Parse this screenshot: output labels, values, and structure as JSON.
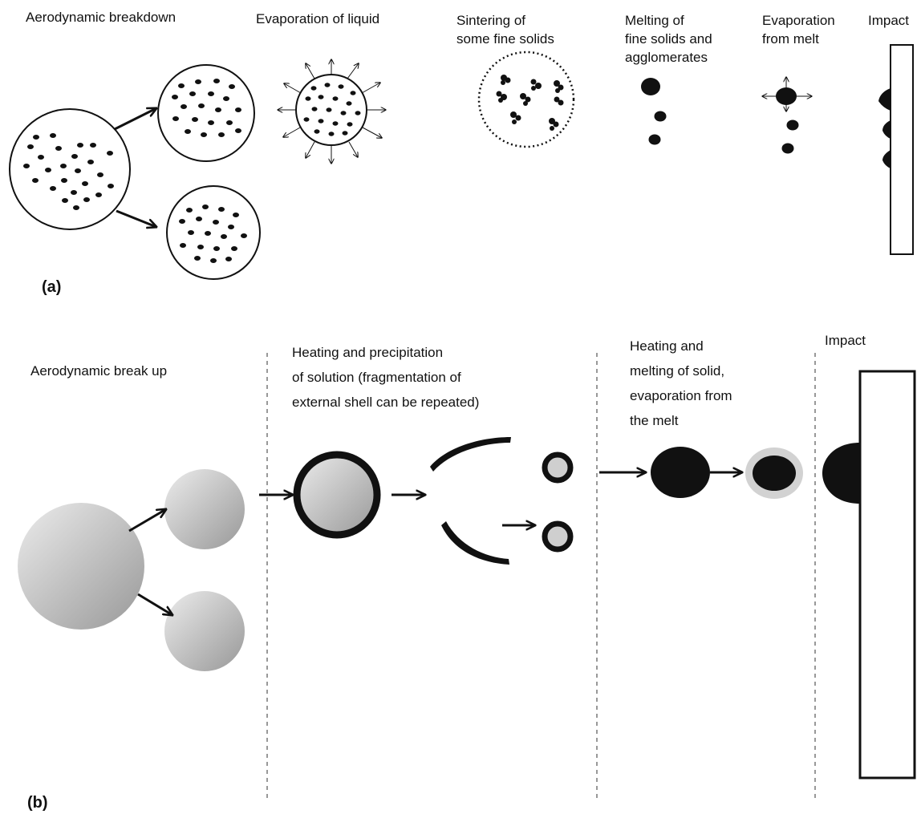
{
  "panel_a": {
    "label": "(a)",
    "stages": {
      "breakdown": "Aerodynamic breakdown",
      "evaporation": "Evaporation of liquid",
      "sintering": [
        "Sintering of",
        "some fine solids"
      ],
      "melting": [
        "Melting of",
        "fine solids and",
        "agglomerates"
      ],
      "evap_melt": [
        "Evaporation",
        "from melt"
      ],
      "impact": "Impact"
    }
  },
  "panel_b": {
    "label": "(b)",
    "stages": {
      "breakup": "Aerodynamic break up",
      "heating": [
        "Heating and precipitation",
        "of solution (fragmentation of",
        "external shell can be repeated)"
      ],
      "melting": [
        "Heating and",
        "melting of solid,",
        "evaporation from",
        "the melt"
      ],
      "impact": "Impact"
    }
  }
}
